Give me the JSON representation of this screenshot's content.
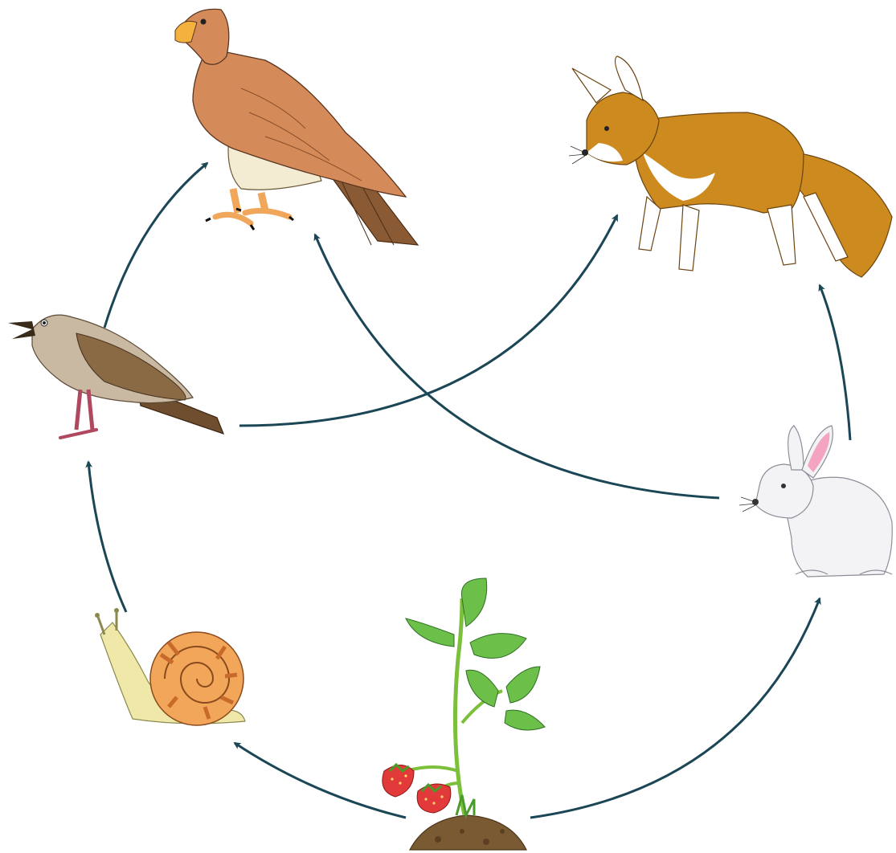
{
  "diagram": {
    "colors": {
      "arrow": "#1b4655",
      "background": "#ffffff"
    },
    "organisms": [
      {
        "id": "hawk",
        "icon": "hawk-icon"
      },
      {
        "id": "fox",
        "icon": "fox-icon"
      },
      {
        "id": "bird",
        "icon": "songbird-icon"
      },
      {
        "id": "rabbit",
        "icon": "rabbit-icon"
      },
      {
        "id": "snail",
        "icon": "snail-icon"
      },
      {
        "id": "plant",
        "icon": "strawberry-plant-icon"
      }
    ],
    "links": [
      {
        "from": "plant",
        "to": "snail"
      },
      {
        "from": "plant",
        "to": "rabbit"
      },
      {
        "from": "snail",
        "to": "bird"
      },
      {
        "from": "bird",
        "to": "hawk"
      },
      {
        "from": "bird",
        "to": "fox"
      },
      {
        "from": "rabbit",
        "to": "hawk"
      },
      {
        "from": "rabbit",
        "to": "fox"
      }
    ]
  }
}
